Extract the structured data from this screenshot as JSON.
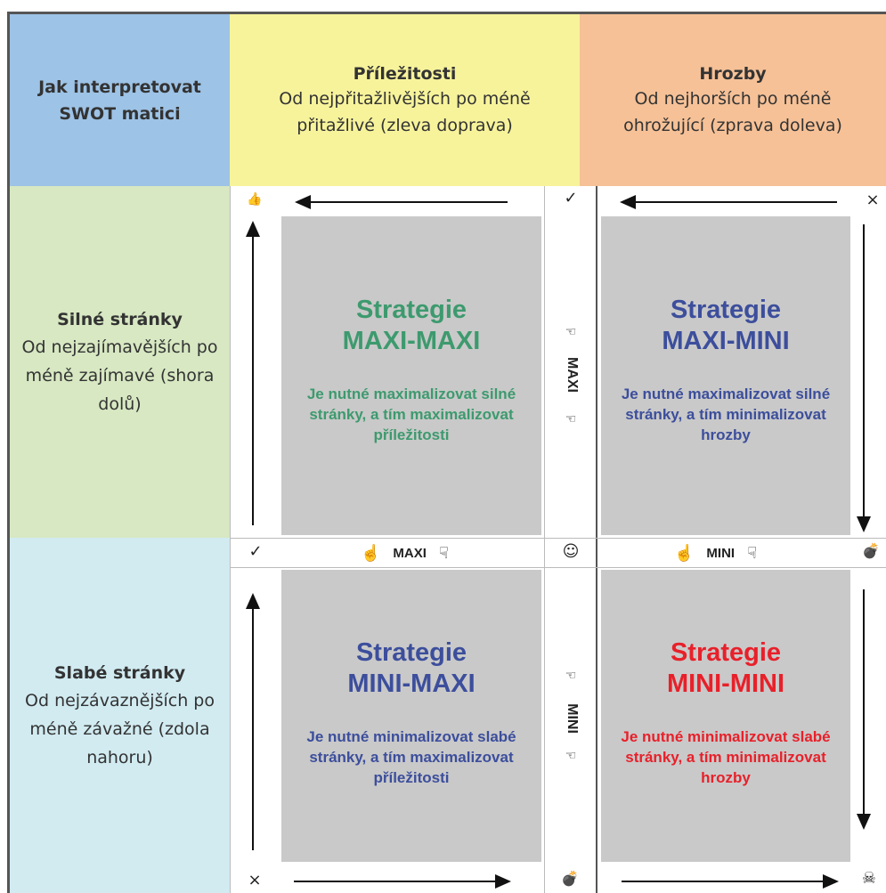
{
  "corner": {
    "text": "Jak interpretovat SWOT matici",
    "color": "#9dc3e6"
  },
  "opportunities": {
    "title": "Příležitosti",
    "subtitle": "Od nejpřitažlivějších po méně přitažlivé (zleva doprava)",
    "color": "#f7f39b"
  },
  "threats": {
    "title": "Hrozby",
    "subtitle": "Od nejhorších po méně ohrožující (zprava doleva)",
    "color": "#f6c197"
  },
  "strengths": {
    "title": "Silné stránky",
    "subtitle": "Od nejzajímavějších po méně zajímavé (shora dolů)",
    "color": "#d7e8c2"
  },
  "weaknesses": {
    "title": "Slabé stránky",
    "subtitle": "Od nejzávaznějších po méně závažné (zdola nahoru)",
    "color": "#d1ebf1"
  },
  "quadrants": {
    "maxi_maxi": {
      "title_line1": "Strategie",
      "title_line2": "MAXI-MAXI",
      "body": "Je nutné maximalizovat silné stránky, a tím maximalizovat příležitosti",
      "color": "#3d9a6e"
    },
    "maxi_mini": {
      "title_line1": "Strategie",
      "title_line2": "MAXI-MINI",
      "body": "Je nutné maximalizovat silné stránky, a tím minimalizovat hrozby",
      "color": "#3c4e9c"
    },
    "mini_maxi": {
      "title_line1": "Strategie",
      "title_line2": "MINI-MAXI",
      "body": "Je nutné minimalizovat slabé stránky, a tím maximalizovat příležitosti",
      "color": "#3c4e9c"
    },
    "mini_mini": {
      "title_line1": "Strategie",
      "title_line2": "MINI-MINI",
      "body": "Je nutné minimalizovat slabé stránky, a tím minimalizovat hrozby",
      "color": "#e8202a"
    }
  },
  "axis_labels": {
    "middle_h_left": "MAXI",
    "middle_h_right": "MINI",
    "middle_v_top": "MAXI",
    "middle_v_bottom": "MINI"
  },
  "symbols": {
    "checkmark": "✓",
    "cross": "×",
    "smiley": "☺",
    "bomb": "💣",
    "skull": "☠",
    "thumbs_up": "👍",
    "hand_point": "☜",
    "hand_up": "☝",
    "hand_down": "☟"
  }
}
